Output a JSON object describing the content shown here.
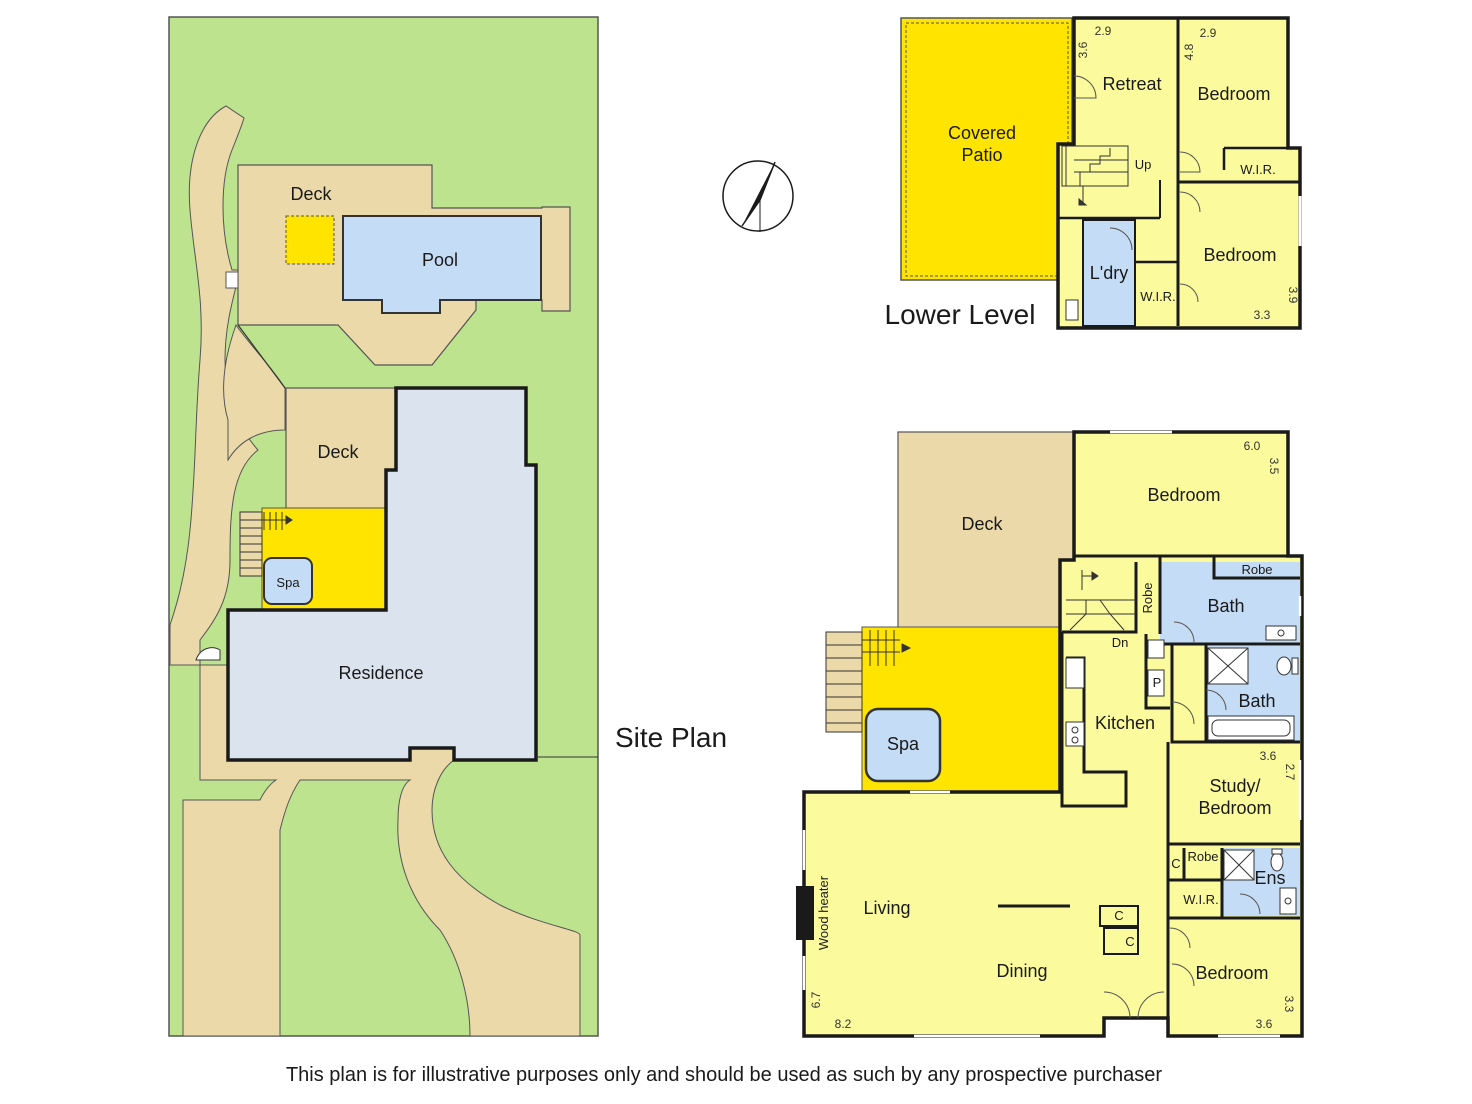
{
  "site_plan": {
    "title": "Site Plan",
    "labels": {
      "deck_upper": "Deck",
      "pool": "Pool",
      "deck_lower": "Deck",
      "spa": "Spa",
      "residence": "Residence"
    }
  },
  "lower_level": {
    "title": "Lower Level",
    "rooms": {
      "covered_patio_line1": "Covered",
      "covered_patio_line2": "Patio",
      "retreat": "Retreat",
      "bedroom_1": "Bedroom",
      "wir_1": "W.I.R.",
      "bedroom_2": "Bedroom",
      "laundry": "L'dry",
      "wir_2": "W.I.R.",
      "stairs_up": "Up"
    },
    "dimensions": {
      "retreat_w": "2.9",
      "retreat_h": "3.6",
      "bedroom1_w": "2.9",
      "bedroom1_h": "4.8",
      "bedroom2_h": "3.9",
      "bedroom2_w": "3.3"
    }
  },
  "main_level": {
    "rooms": {
      "deck": "Deck",
      "bedroom_top": "Bedroom",
      "robe_top": "Robe",
      "robe_side": "Robe",
      "bath_1": "Bath",
      "bath_2": "Bath",
      "stairs_down": "Dn",
      "pantry": "P",
      "kitchen": "Kitchen",
      "spa": "Spa",
      "study_line1": "Study/",
      "study_line2": "Bedroom",
      "robe_ens": "Robe",
      "cupboard_1": "C",
      "ensuite": "Ens",
      "wir": "W.I.R.",
      "wood_heater": "Wood heater",
      "living": "Living",
      "dining": "Dining",
      "cupboard_2": "C",
      "cupboard_3": "C",
      "bedroom_bottom": "Bedroom"
    },
    "dimensions": {
      "bedroom_top_w": "6.0",
      "bedroom_top_h": "3.5",
      "study_w": "3.6",
      "study_h": "2.7",
      "living_h": "6.7",
      "living_w": "8.2",
      "bedroom_bottom_h": "3.3",
      "bedroom_bottom_w": "3.6"
    }
  },
  "disclaimer": "This plan is for illustrative purposes only and should be used as such by any prospective purchaser",
  "colors": {
    "lawn": "#bde38f",
    "paving": "#ecd9aa",
    "pool": "#c5dcf6",
    "outdoor_yellow": "#ffe400",
    "interior": "#fbfa9c",
    "wet_area": "#c5dcf6",
    "residence": "#dbe4ee",
    "wall": "#1a1a1a"
  },
  "icons": [
    "north-arrow-icon",
    "stair-icon",
    "door-swing-icon",
    "toilet-icon",
    "basin-icon",
    "bathtub-icon",
    "shower-icon",
    "stove-icon",
    "sink-icon",
    "fireplace-icon"
  ]
}
